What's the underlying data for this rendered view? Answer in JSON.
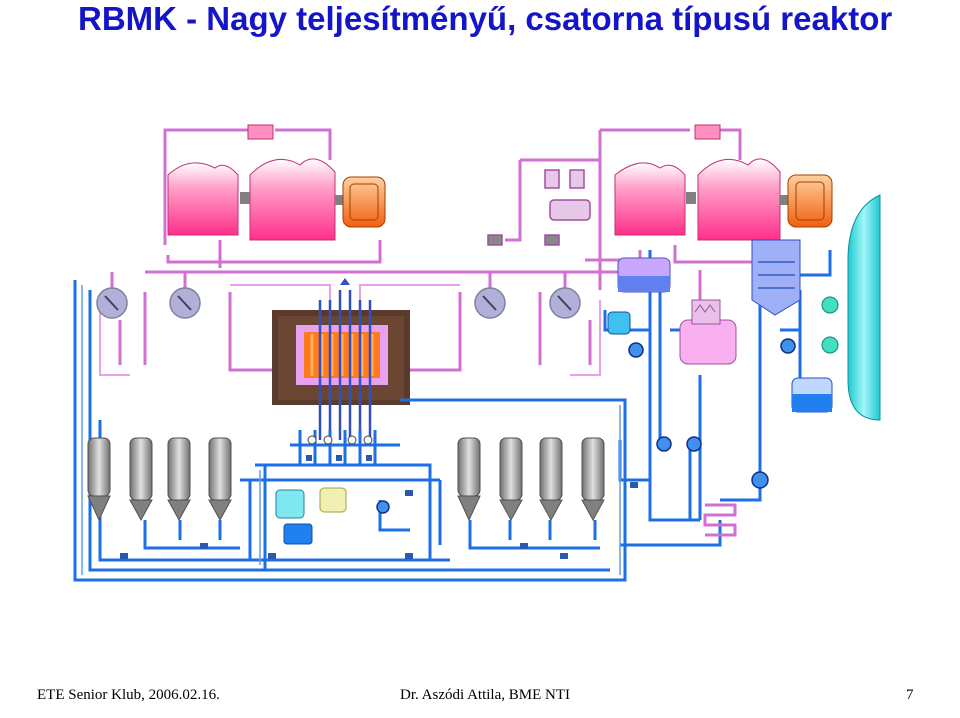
{
  "slide": {
    "title": "RBMK - Nagy teljesítményű, csatorna típusú reaktor",
    "page_number": "7"
  },
  "footer": {
    "left": "ETE Senior Klub, 2006.02.16.",
    "center": "Dr. Aszódi Attila, BME NTI"
  },
  "colors": {
    "title": "#1414c8",
    "steam_line": "#d070d0",
    "water_line": "#1e6ee6",
    "turbine": "#ff4fa0",
    "generator": "#f07820",
    "reactor_core": "#ff7a1e",
    "reactor_shield": "#5a3a2a",
    "pump": "#b0b0b0",
    "condenser": "#40e0e0"
  }
}
